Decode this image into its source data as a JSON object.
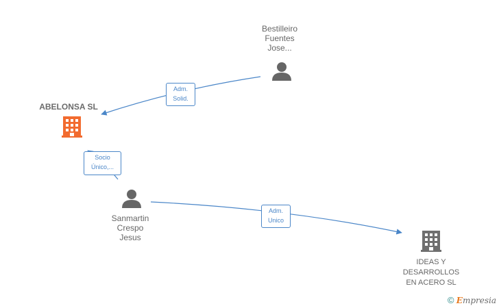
{
  "nodes": {
    "abelonsa": {
      "name": "ABELONSA SL",
      "color": "#f26b2f",
      "icon": "building-icon"
    },
    "bestilleiro": {
      "lines": [
        "Bestilleiro",
        "Fuentes",
        "Jose..."
      ],
      "color": "#666666",
      "icon": "person-icon"
    },
    "sanmartin": {
      "lines": [
        "Sanmartin",
        "Crespo",
        "Jesus"
      ],
      "color": "#666666",
      "icon": "person-icon"
    },
    "ideas": {
      "lines": [
        "IDEAS Y",
        "DESARROLLOS",
        "EN ACERO SL"
      ],
      "color": "#666666",
      "icon": "building-icon"
    }
  },
  "edges": {
    "adm_solid": {
      "lines": [
        "Adm.",
        "Solid."
      ]
    },
    "socio_unico": {
      "lines": [
        "Socio",
        "Único,..."
      ]
    },
    "adm_unico": {
      "lines": [
        "Adm.",
        "Unico"
      ]
    }
  },
  "colors": {
    "edge": "#4a86c8",
    "background": "#ffffff"
  },
  "footer": {
    "copyright": "©",
    "brand_e": "E",
    "brand_rest": "mpresia"
  }
}
